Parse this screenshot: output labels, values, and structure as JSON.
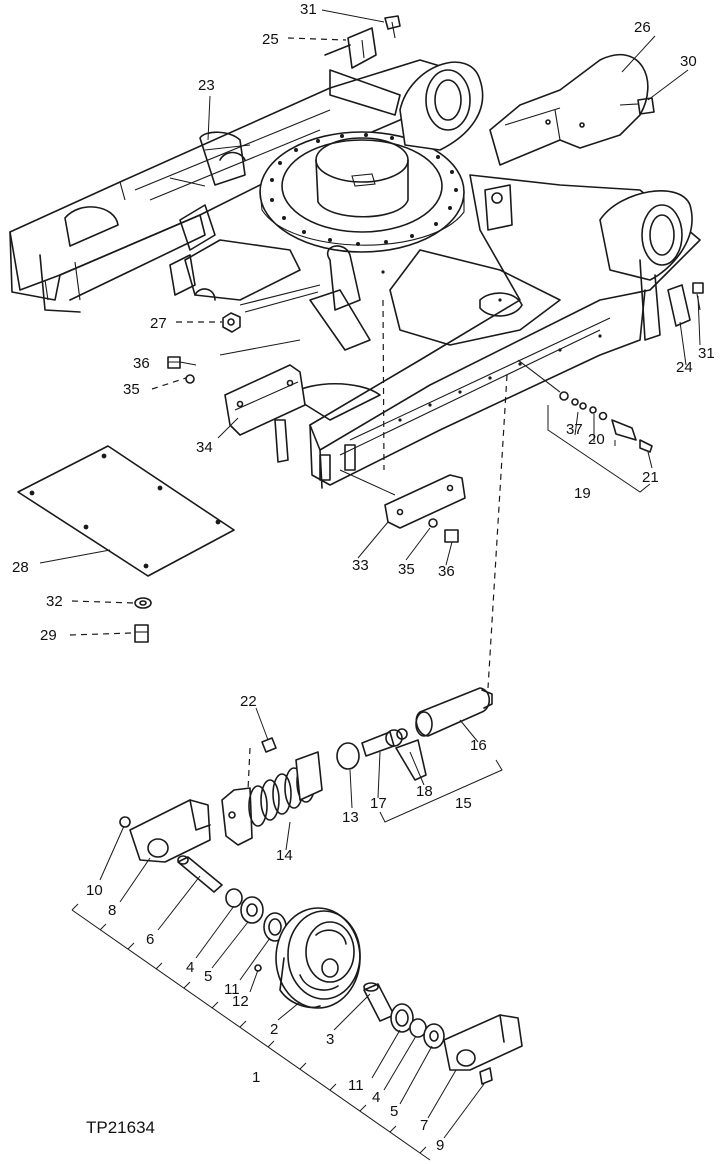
{
  "figure": {
    "reference": "TP21634",
    "callouts": [
      {
        "id": "c31a",
        "text": "31"
      },
      {
        "id": "c25",
        "text": "25"
      },
      {
        "id": "c26",
        "text": "26"
      },
      {
        "id": "c30",
        "text": "30"
      },
      {
        "id": "c23",
        "text": "23"
      },
      {
        "id": "c27",
        "text": "27"
      },
      {
        "id": "c36a",
        "text": "36"
      },
      {
        "id": "c35a",
        "text": "35"
      },
      {
        "id": "c34",
        "text": "34"
      },
      {
        "id": "c24",
        "text": "24"
      },
      {
        "id": "c31b",
        "text": "31"
      },
      {
        "id": "c37",
        "text": "37"
      },
      {
        "id": "c20",
        "text": "20"
      },
      {
        "id": "c21",
        "text": "21"
      },
      {
        "id": "c19",
        "text": "19"
      },
      {
        "id": "c28",
        "text": "28"
      },
      {
        "id": "c33",
        "text": "33"
      },
      {
        "id": "c35b",
        "text": "35"
      },
      {
        "id": "c36b",
        "text": "36"
      },
      {
        "id": "c32",
        "text": "32"
      },
      {
        "id": "c29",
        "text": "29"
      },
      {
        "id": "c22",
        "text": "22"
      },
      {
        "id": "c16",
        "text": "16"
      },
      {
        "id": "c13",
        "text": "13"
      },
      {
        "id": "c17",
        "text": "17"
      },
      {
        "id": "c18",
        "text": "18"
      },
      {
        "id": "c15",
        "text": "15"
      },
      {
        "id": "c14",
        "text": "14"
      },
      {
        "id": "c10",
        "text": "10"
      },
      {
        "id": "c8",
        "text": "8"
      },
      {
        "id": "c6",
        "text": "6"
      },
      {
        "id": "c4a",
        "text": "4"
      },
      {
        "id": "c5a",
        "text": "5"
      },
      {
        "id": "c11a",
        "text": "11"
      },
      {
        "id": "c12",
        "text": "12"
      },
      {
        "id": "c2",
        "text": "2"
      },
      {
        "id": "c1",
        "text": "1"
      },
      {
        "id": "c3",
        "text": "3"
      },
      {
        "id": "c11b",
        "text": "11"
      },
      {
        "id": "c4b",
        "text": "4"
      },
      {
        "id": "c5b",
        "text": "5"
      },
      {
        "id": "c7",
        "text": "7"
      },
      {
        "id": "c9",
        "text": "9"
      }
    ]
  }
}
